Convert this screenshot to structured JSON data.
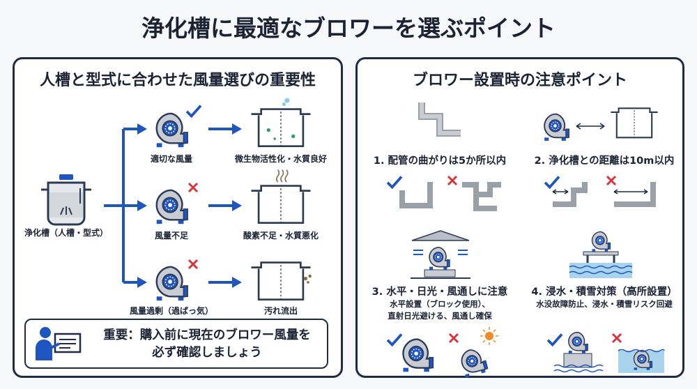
{
  "title": "浄化槽に最適なブロワーを選ぶポイント",
  "left_panel": {
    "heading": "人槽と型式に合わせた風量選びの重要性",
    "source_label": "浄化槽（人槽・型式）",
    "rows": [
      {
        "blower_label": "適切な風量",
        "result_label": "微生物活性化・水質良好",
        "mark": "check"
      },
      {
        "blower_label": "風量不足",
        "result_label": "酸素不足・水質悪化",
        "mark": "cross"
      },
      {
        "blower_label": "風量過剰（過ばっ気）",
        "result_label": "汚れ流出",
        "mark": "cross"
      }
    ],
    "important": {
      "line1": "重要：購入前に現在のブロワー風量を",
      "line2": "必ず確認しましょう"
    }
  },
  "right_panel": {
    "heading": "ブロワー設置時の注意ポイント",
    "items": [
      {
        "title": "1. 配管の曲がりは5か所以内"
      },
      {
        "title": "2. 浄化槽との距離は10m以内"
      },
      {
        "title": "3. 水平・日光・風通しに注意",
        "sub1": "水平設置（ブロック使用）、",
        "sub2": "直射日光避ける、風通し確保"
      },
      {
        "title": "4. 浸水・積雪対策（高所設置）",
        "sub1": "水没故障防止、浸水・積雪リスク回避"
      }
    ]
  },
  "colors": {
    "navy": "#1d2b45",
    "blue": "#1f55c0",
    "check": "#1f55c0",
    "cross": "#d9333b",
    "water": "#bfe1f5"
  }
}
